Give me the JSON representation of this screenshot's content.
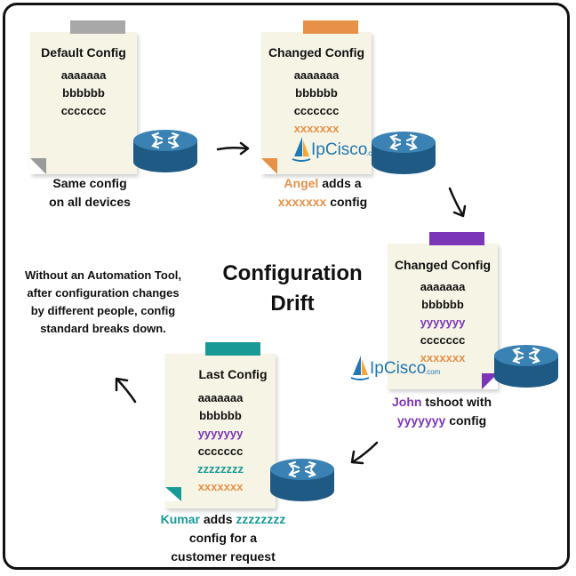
{
  "diagram": {
    "title_line1": "Configuration",
    "title_line2": "Drift",
    "side_note": "Without an Automation Tool, after configuration changes by different people, config standard breaks down.",
    "logo_text": "IpCisco",
    "logo_suffix": ".com",
    "colors": {
      "default_tape": "#a8a8a8",
      "angel": "#e69048",
      "john": "#7b35b8",
      "kumar": "#199a96",
      "router": "#2e6f9e",
      "note_bg": "#f6f4e4"
    },
    "notes": [
      {
        "title": "Default Config",
        "lines": [
          "aaaaaaa",
          "bbbbbb",
          "ccccccc"
        ],
        "caption": [
          "Same config",
          "on all devices"
        ]
      },
      {
        "title": "Changed Config",
        "lines": [
          "aaaaaaa",
          "bbbbbb",
          "ccccccc",
          "xxxxxxx"
        ],
        "caption_name": "Angel",
        "caption_rest1": " adds a",
        "caption_code": "xxxxxxx",
        "caption_rest2": " config"
      },
      {
        "title": "Changed Config",
        "lines": [
          "aaaaaaa",
          "bbbbbb",
          "yyyyyyy",
          "ccccccc",
          "xxxxxxx"
        ],
        "caption_name": "John",
        "caption_rest1": " tshoot with",
        "caption_code": "yyyyyyy",
        "caption_rest2": " config"
      },
      {
        "title": "Last Config",
        "lines": [
          "aaaaaaa",
          "bbbbbb",
          "yyyyyyy",
          "ccccccc",
          "zzzzzzzz",
          "xxxxxxx"
        ],
        "caption_name": "Kumar",
        "caption_rest1": " adds ",
        "caption_code": "zzzzzzzz",
        "caption_rest2": "config for a",
        "caption_rest3": "customer request"
      }
    ]
  }
}
